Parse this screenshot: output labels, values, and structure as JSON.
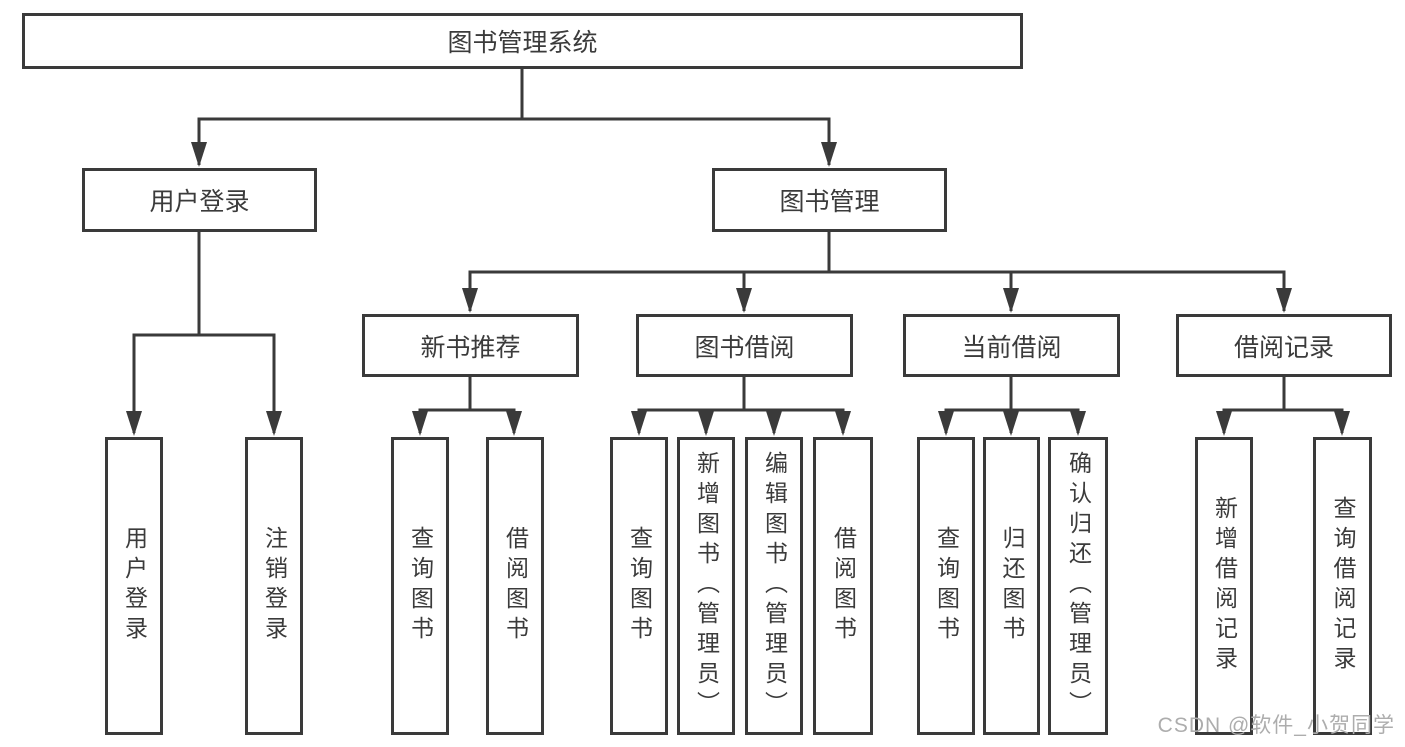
{
  "diagram": {
    "root": {
      "label": "图书管理系统"
    },
    "branches": {
      "user_login": {
        "label": "用户登录"
      },
      "book_mgmt": {
        "label": "图书管理"
      }
    },
    "modules": {
      "new_books": {
        "label": "新书推荐"
      },
      "book_borrow": {
        "label": "图书借阅"
      },
      "current_borrow": {
        "label": "当前借阅"
      },
      "borrow_records": {
        "label": "借阅记录"
      }
    },
    "leaves": {
      "user_login": [
        "用户登录",
        "注销登录"
      ],
      "new_books": [
        "查询图书",
        "借阅图书"
      ],
      "book_borrow": [
        "查询图书",
        "新增图书（管理员）",
        "编辑图书（管理员）",
        "借阅图书"
      ],
      "current_borrow": [
        "查询图书",
        "归还图书",
        "确认归还（管理员）"
      ],
      "borrow_records": [
        "新增借阅记录",
        "查询借阅记录"
      ]
    },
    "watermark": "CSDN @软件_小贺同学",
    "colors": {
      "line": "#3a3a3a",
      "text": "#3b3b3b",
      "watermark": "#adadad",
      "background": "#ffffff"
    }
  }
}
